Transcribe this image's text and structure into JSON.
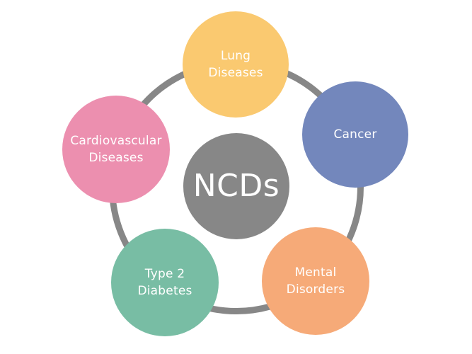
{
  "center": {
    "label": "NCDs",
    "color": "#878787"
  },
  "ring_color": "#878787",
  "nodes": [
    {
      "lines": [
        "Lung",
        "Diseases"
      ],
      "color": "#FAC970"
    },
    {
      "lines": [
        "Cancer"
      ],
      "color": "#7387BC"
    },
    {
      "lines": [
        "Cardiovascular",
        "Diseases"
      ],
      "color": "#EC8FAF"
    },
    {
      "lines": [
        "Mental",
        "Disorders"
      ],
      "color": "#F6AA78"
    },
    {
      "lines": [
        "Type 2",
        "Diabetes"
      ],
      "color": "#78BDA4"
    }
  ]
}
